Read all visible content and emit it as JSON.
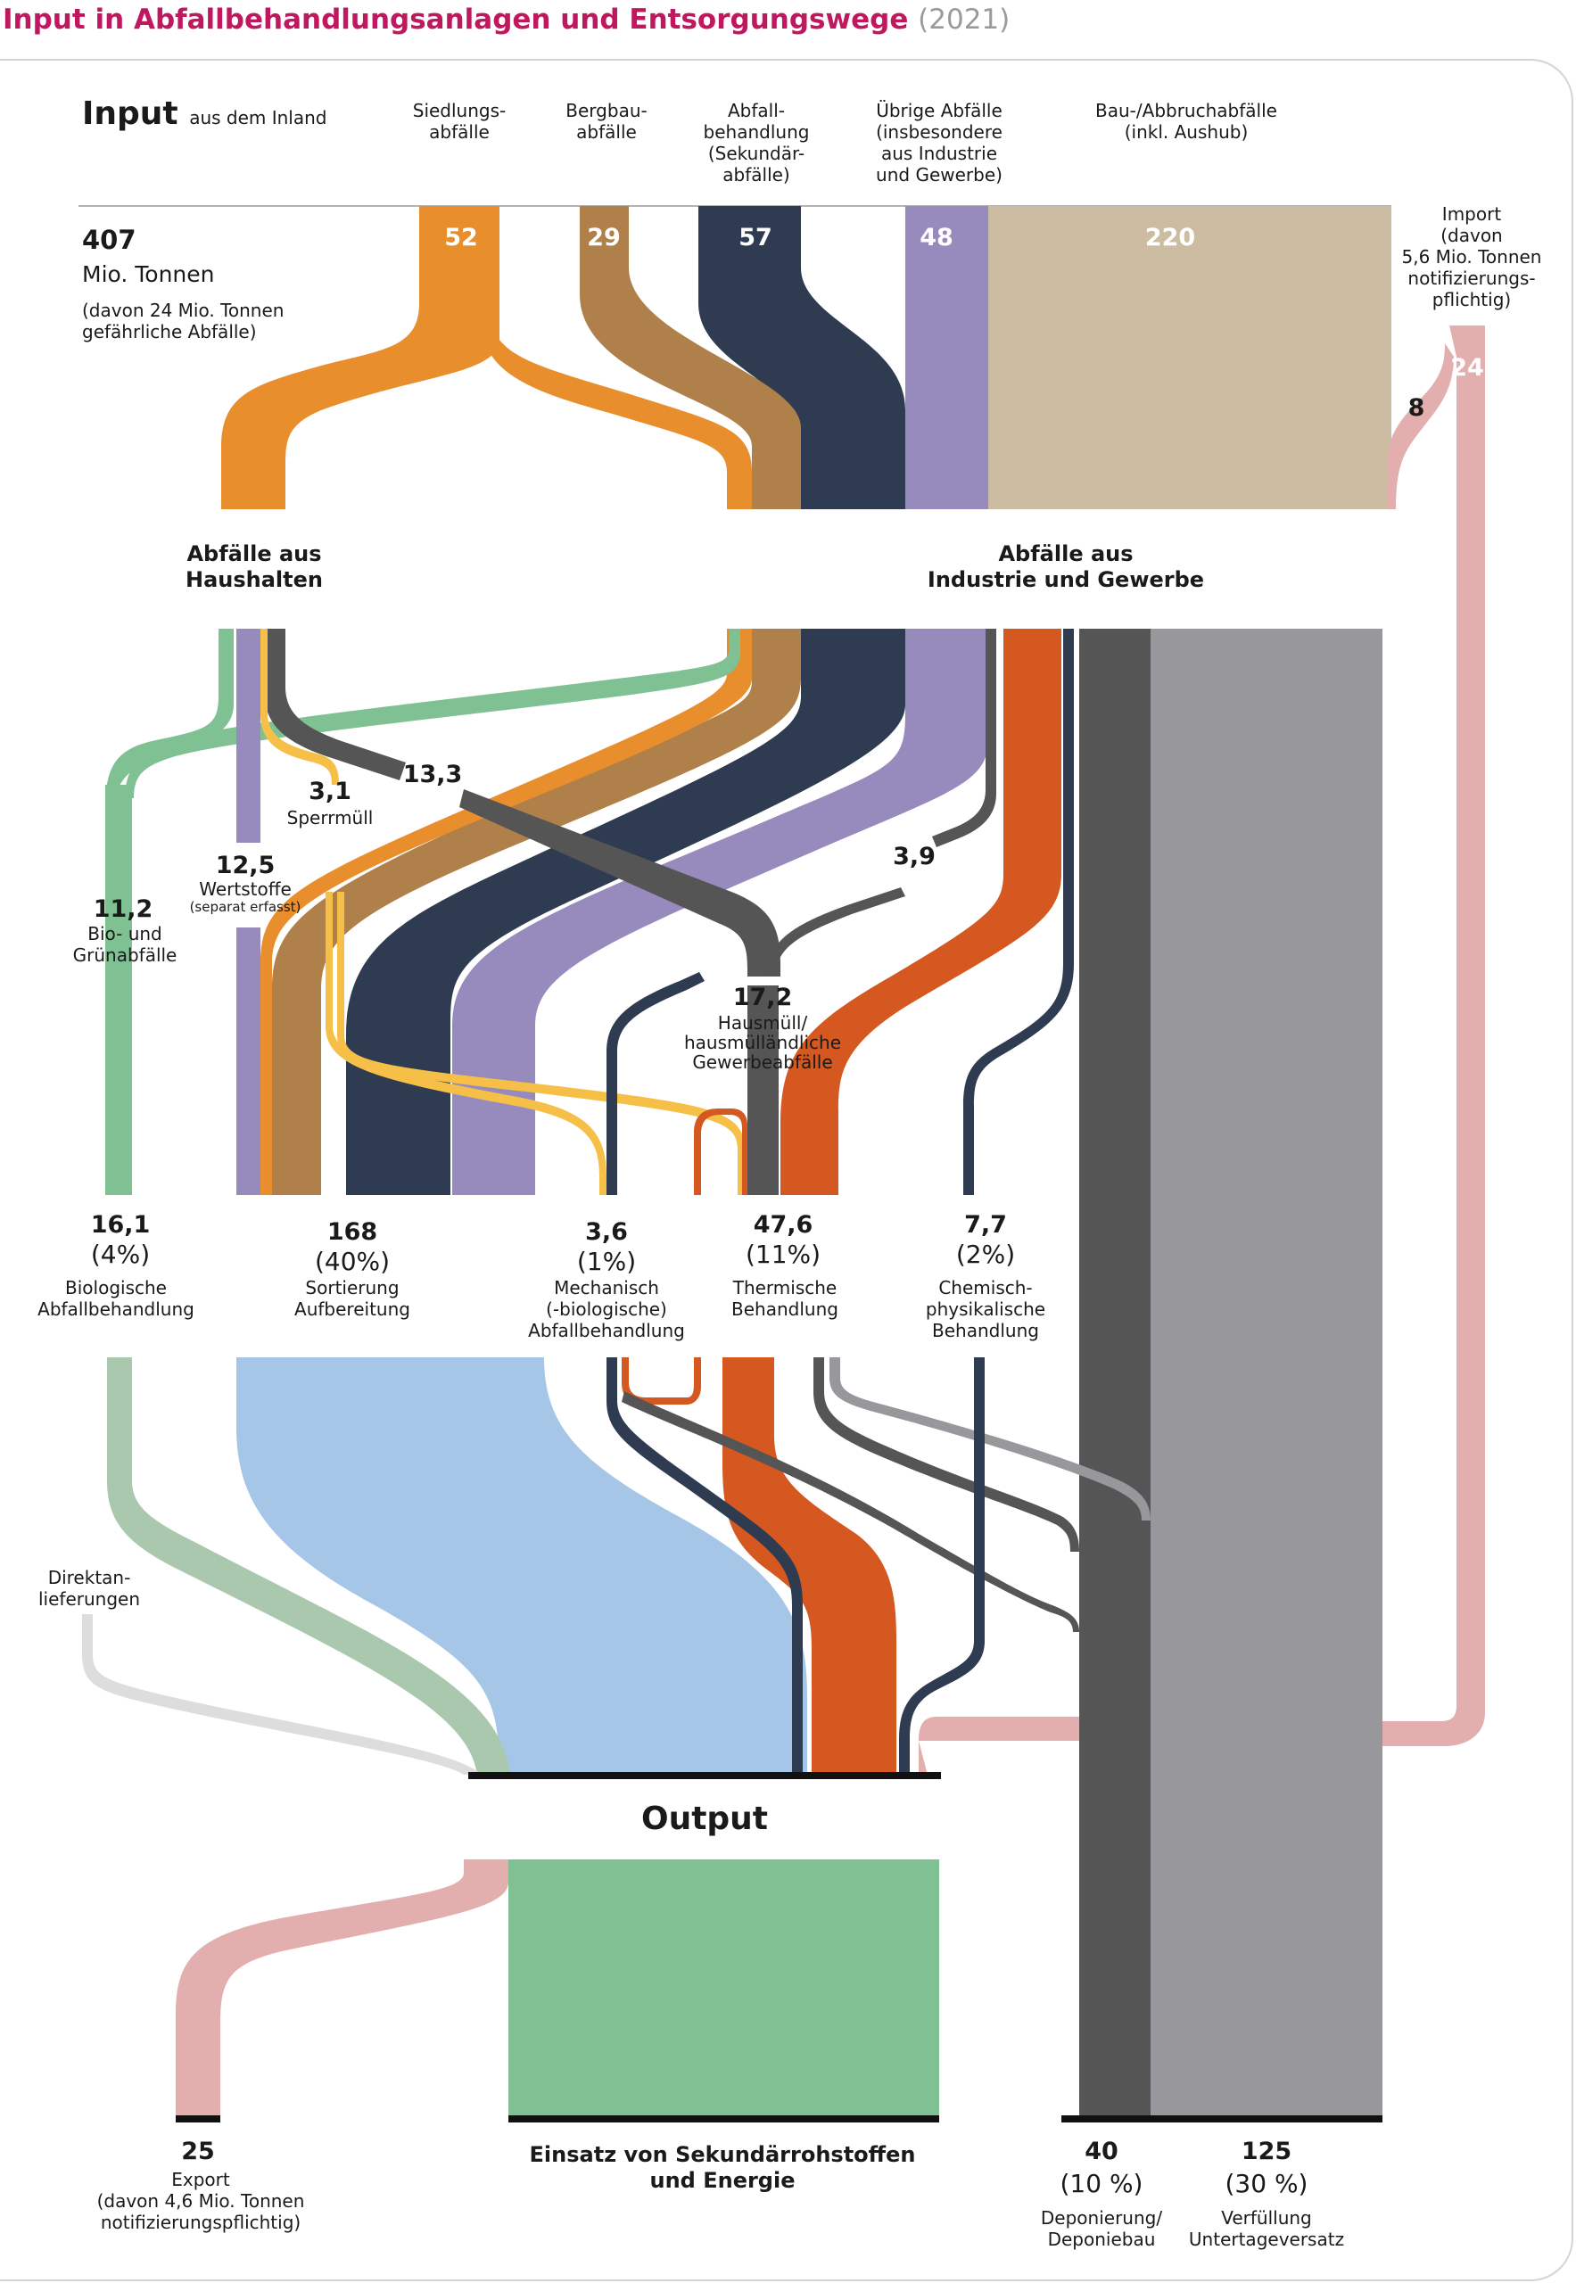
{
  "title": "Input in Abfallbehandlungsanlagen und Entsorgungswege",
  "year": "(2021)",
  "input": {
    "heading": "Input",
    "heading_sub": "aus dem Inland",
    "total": "407",
    "unit": "Mio. Tonnen",
    "note": "(davon 24 Mio. Tonnen\ngefährliche Abfälle)"
  },
  "sources": [
    {
      "label": "Siedlungs-\nabfälle",
      "value": "52",
      "color": "#e98e2c"
    },
    {
      "label": "Bergbau-\nabfälle",
      "value": "29",
      "color": "#b0804a"
    },
    {
      "label": "Abfall-\nbehandlung\n(Sekundär-\nabfälle)",
      "value": "57",
      "color": "#2e3b50"
    },
    {
      "label": "Übrige Abfälle\n(insbesondere\naus Industrie\nund Gewerbe)",
      "value": "48",
      "color": "#978bbe"
    },
    {
      "label": "Bau-/Abbruchabfälle\n(inkl. Aushub)",
      "value": "220",
      "color": "#ccbda2"
    }
  ],
  "import": {
    "label": "Import\n(davon\n5,6 Mio. Tonnen\nnotifizierungs-\npflichtig)",
    "value": "24",
    "value_small": "8",
    "color": "#e3aeae"
  },
  "groups": {
    "households": "Abfälle aus\nHaushalten",
    "industry": "Abfälle aus\nIndustrie und Gewerbe"
  },
  "household_fractions": [
    {
      "value": "13,3",
      "label": ""
    },
    {
      "value": "3,1",
      "label": "Sperrmüll"
    },
    {
      "value": "12,5",
      "label": "Wertstoffe",
      "sublabel": "(separat erfasst)"
    },
    {
      "value": "11,2",
      "label": "Bio- und\nGrünabfälle"
    },
    {
      "value": "3,9",
      "label": ""
    },
    {
      "value": "17,2",
      "label": "Hausmüll/\nhausmülländliche\nGewerbeabfälle"
    }
  ],
  "treatments": [
    {
      "value": "16,1",
      "pct": "(4%)",
      "label": "Biologische\nAbfallbehandlung"
    },
    {
      "value": "168",
      "pct": "(40%)",
      "label": "Sortierung\nAufbereitung"
    },
    {
      "value": "3,6",
      "pct": "(1%)",
      "label": "Mechanisch\n(-biologische)\nAbfallbehandlung"
    },
    {
      "value": "47,6",
      "pct": "(11%)",
      "label": "Thermische\nBehandlung"
    },
    {
      "value": "7,7",
      "pct": "(2%)",
      "label": "Chemisch-\nphysikalische\nBehandlung"
    }
  ],
  "direct": "Direktan-\nlieferungen",
  "output": {
    "heading": "Output",
    "export_value": "25",
    "export_label": "Export\n(davon 4,6 Mio. Tonnen\nnotifizierungspflichtig)",
    "secondary": "Einsatz von Sekundärrohstoffen\nund Energie",
    "landfill_value": "40",
    "landfill_pct": "(10 %)",
    "landfill_label": "Deponierung/\nDeponiebau",
    "backfill_value": "125",
    "backfill_pct": "(30 %)",
    "backfill_label": "Verfüllung\nUntertageversatz"
  },
  "colors": {
    "orange": "#e98e2c",
    "brown": "#b0804a",
    "navy": "#2e3b50",
    "lavender": "#978bbe",
    "sand": "#ccbda2",
    "pink": "#e3aeae",
    "green": "#7fc193",
    "lightgreen": "#a9c8ae",
    "darkgray": "#555556",
    "gray": "#98979b",
    "yellow": "#f6c048",
    "redorange": "#d4581f",
    "lightblue": "#a6c6e8",
    "title": "#c0185f"
  }
}
